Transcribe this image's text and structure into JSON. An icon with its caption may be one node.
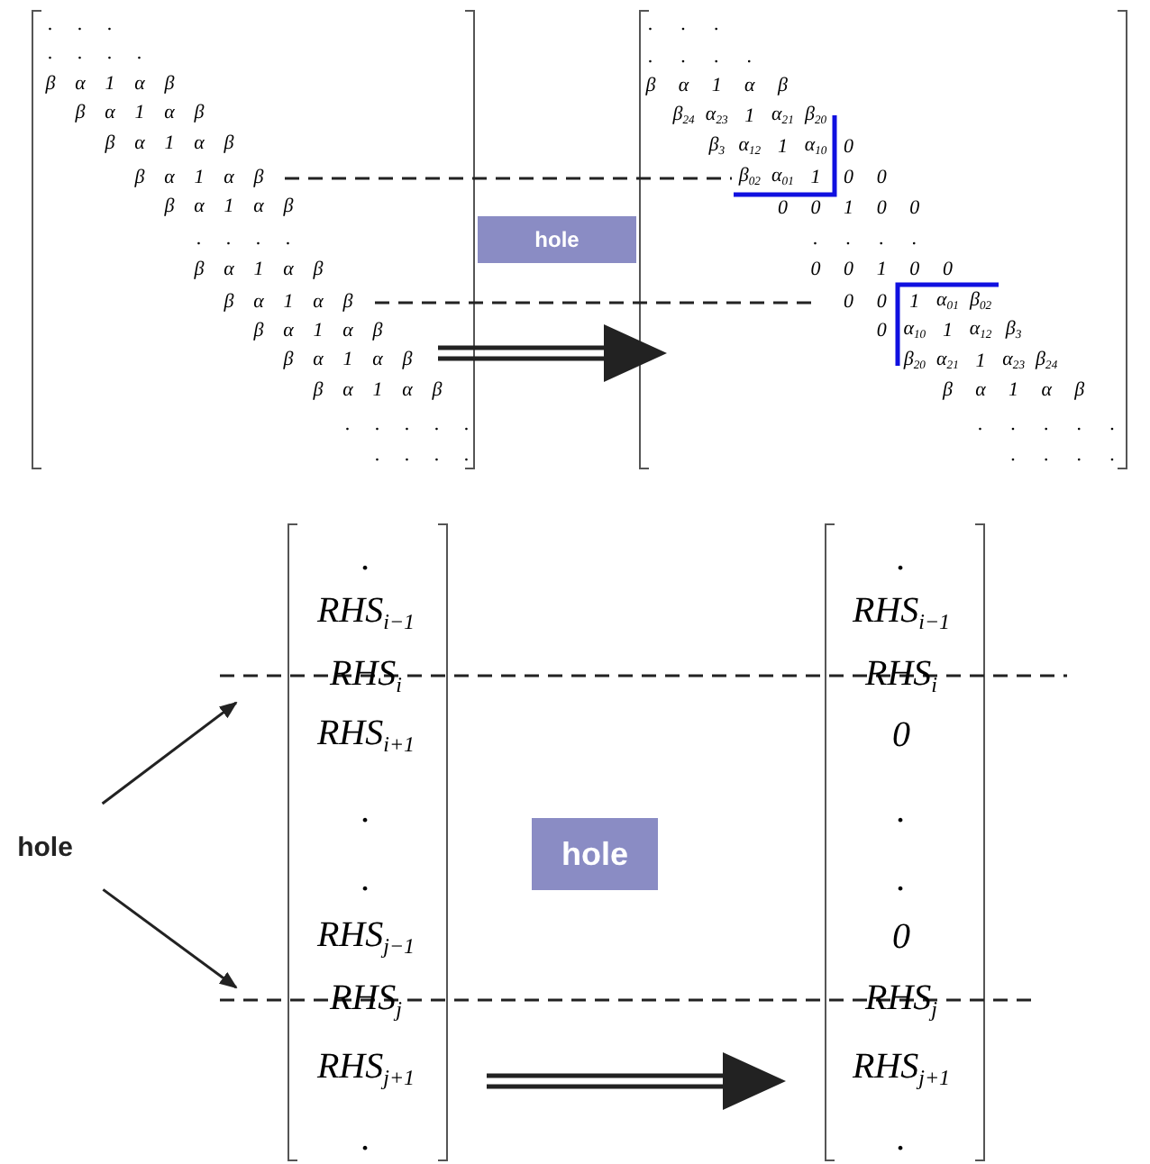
{
  "diagram": {
    "nodes": [
      {
        "text": [
          "hole"
        ]
      },
      {
        "text": [
          "hole"
        ]
      },
      {
        "text": [
          "hole"
        ]
      }
    ],
    "edges": [
      {
        "from": 2,
        "to": null,
        "arrow": "to"
      },
      {
        "from": 2,
        "to": null,
        "arrow": "to"
      }
    ],
    "labels": [
      ".",
      ".",
      ".",
      ".",
      ".",
      ".",
      ".",
      "β",
      "α",
      "1",
      "α",
      "β",
      "β",
      "α",
      "1",
      "α",
      "β",
      "β",
      "α",
      "1",
      "α",
      "β",
      "β",
      "α",
      "1",
      "α",
      "β",
      "β",
      "α",
      "1",
      "α",
      "β",
      ".",
      ".",
      ".",
      ".",
      "β",
      "α",
      "1",
      "α",
      "β",
      "β",
      "α",
      "1",
      "α",
      "β",
      "β",
      "α",
      "1",
      "α",
      "β",
      "β",
      "α",
      "1",
      "α",
      "β",
      "β",
      "α",
      "1",
      "α",
      "β",
      ".",
      ".",
      ".",
      ".",
      ".",
      ".",
      ".",
      ".",
      ".",
      ".",
      ".",
      ".",
      ".",
      ".",
      ".",
      ".",
      "β",
      "α",
      "1",
      "α",
      "β",
      "β$_{24}$",
      "α$_{23}$",
      "1",
      "α$_{21}$",
      "β$_{20}$",
      "β$_{3}$",
      "α$_{12}$",
      "1",
      "α$_{10}$",
      "0",
      "β$_{02}$",
      "α$_{01}$",
      "1",
      "0",
      "0",
      "0",
      "0",
      "1",
      "0",
      "0",
      ".",
      ".",
      ".",
      ".",
      "0",
      "0",
      "1",
      "0",
      "0",
      "0",
      "0",
      "1",
      "α$_{01}$",
      "β$_{02}$",
      "0",
      "α$_{10}$",
      "1",
      "α$_{12}$",
      "β$_{3}$",
      "β$_{20}$",
      "α$_{21}$",
      "1",
      "α$_{23}$",
      "β$_{24}$",
      "β",
      "α",
      "1",
      "α",
      "β",
      ".",
      ".",
      ".",
      ".",
      ".",
      ".",
      ".",
      ".",
      ".",
      ".",
      "RHS$_{i−1}$",
      "RHS$_{i}$",
      "RHS$_{i+1}$",
      ".",
      ".",
      "RHS$_{j−1}$",
      "RHS$_{j}$",
      "RHS$_{j+1}$",
      ".",
      ".",
      "RHS$_{i−1}$",
      "RHS$_{i}$",
      "0",
      ".",
      ".",
      "0",
      "RHS$_{j}$",
      "RHS$_{j+1}$",
      "."
    ]
  }
}
